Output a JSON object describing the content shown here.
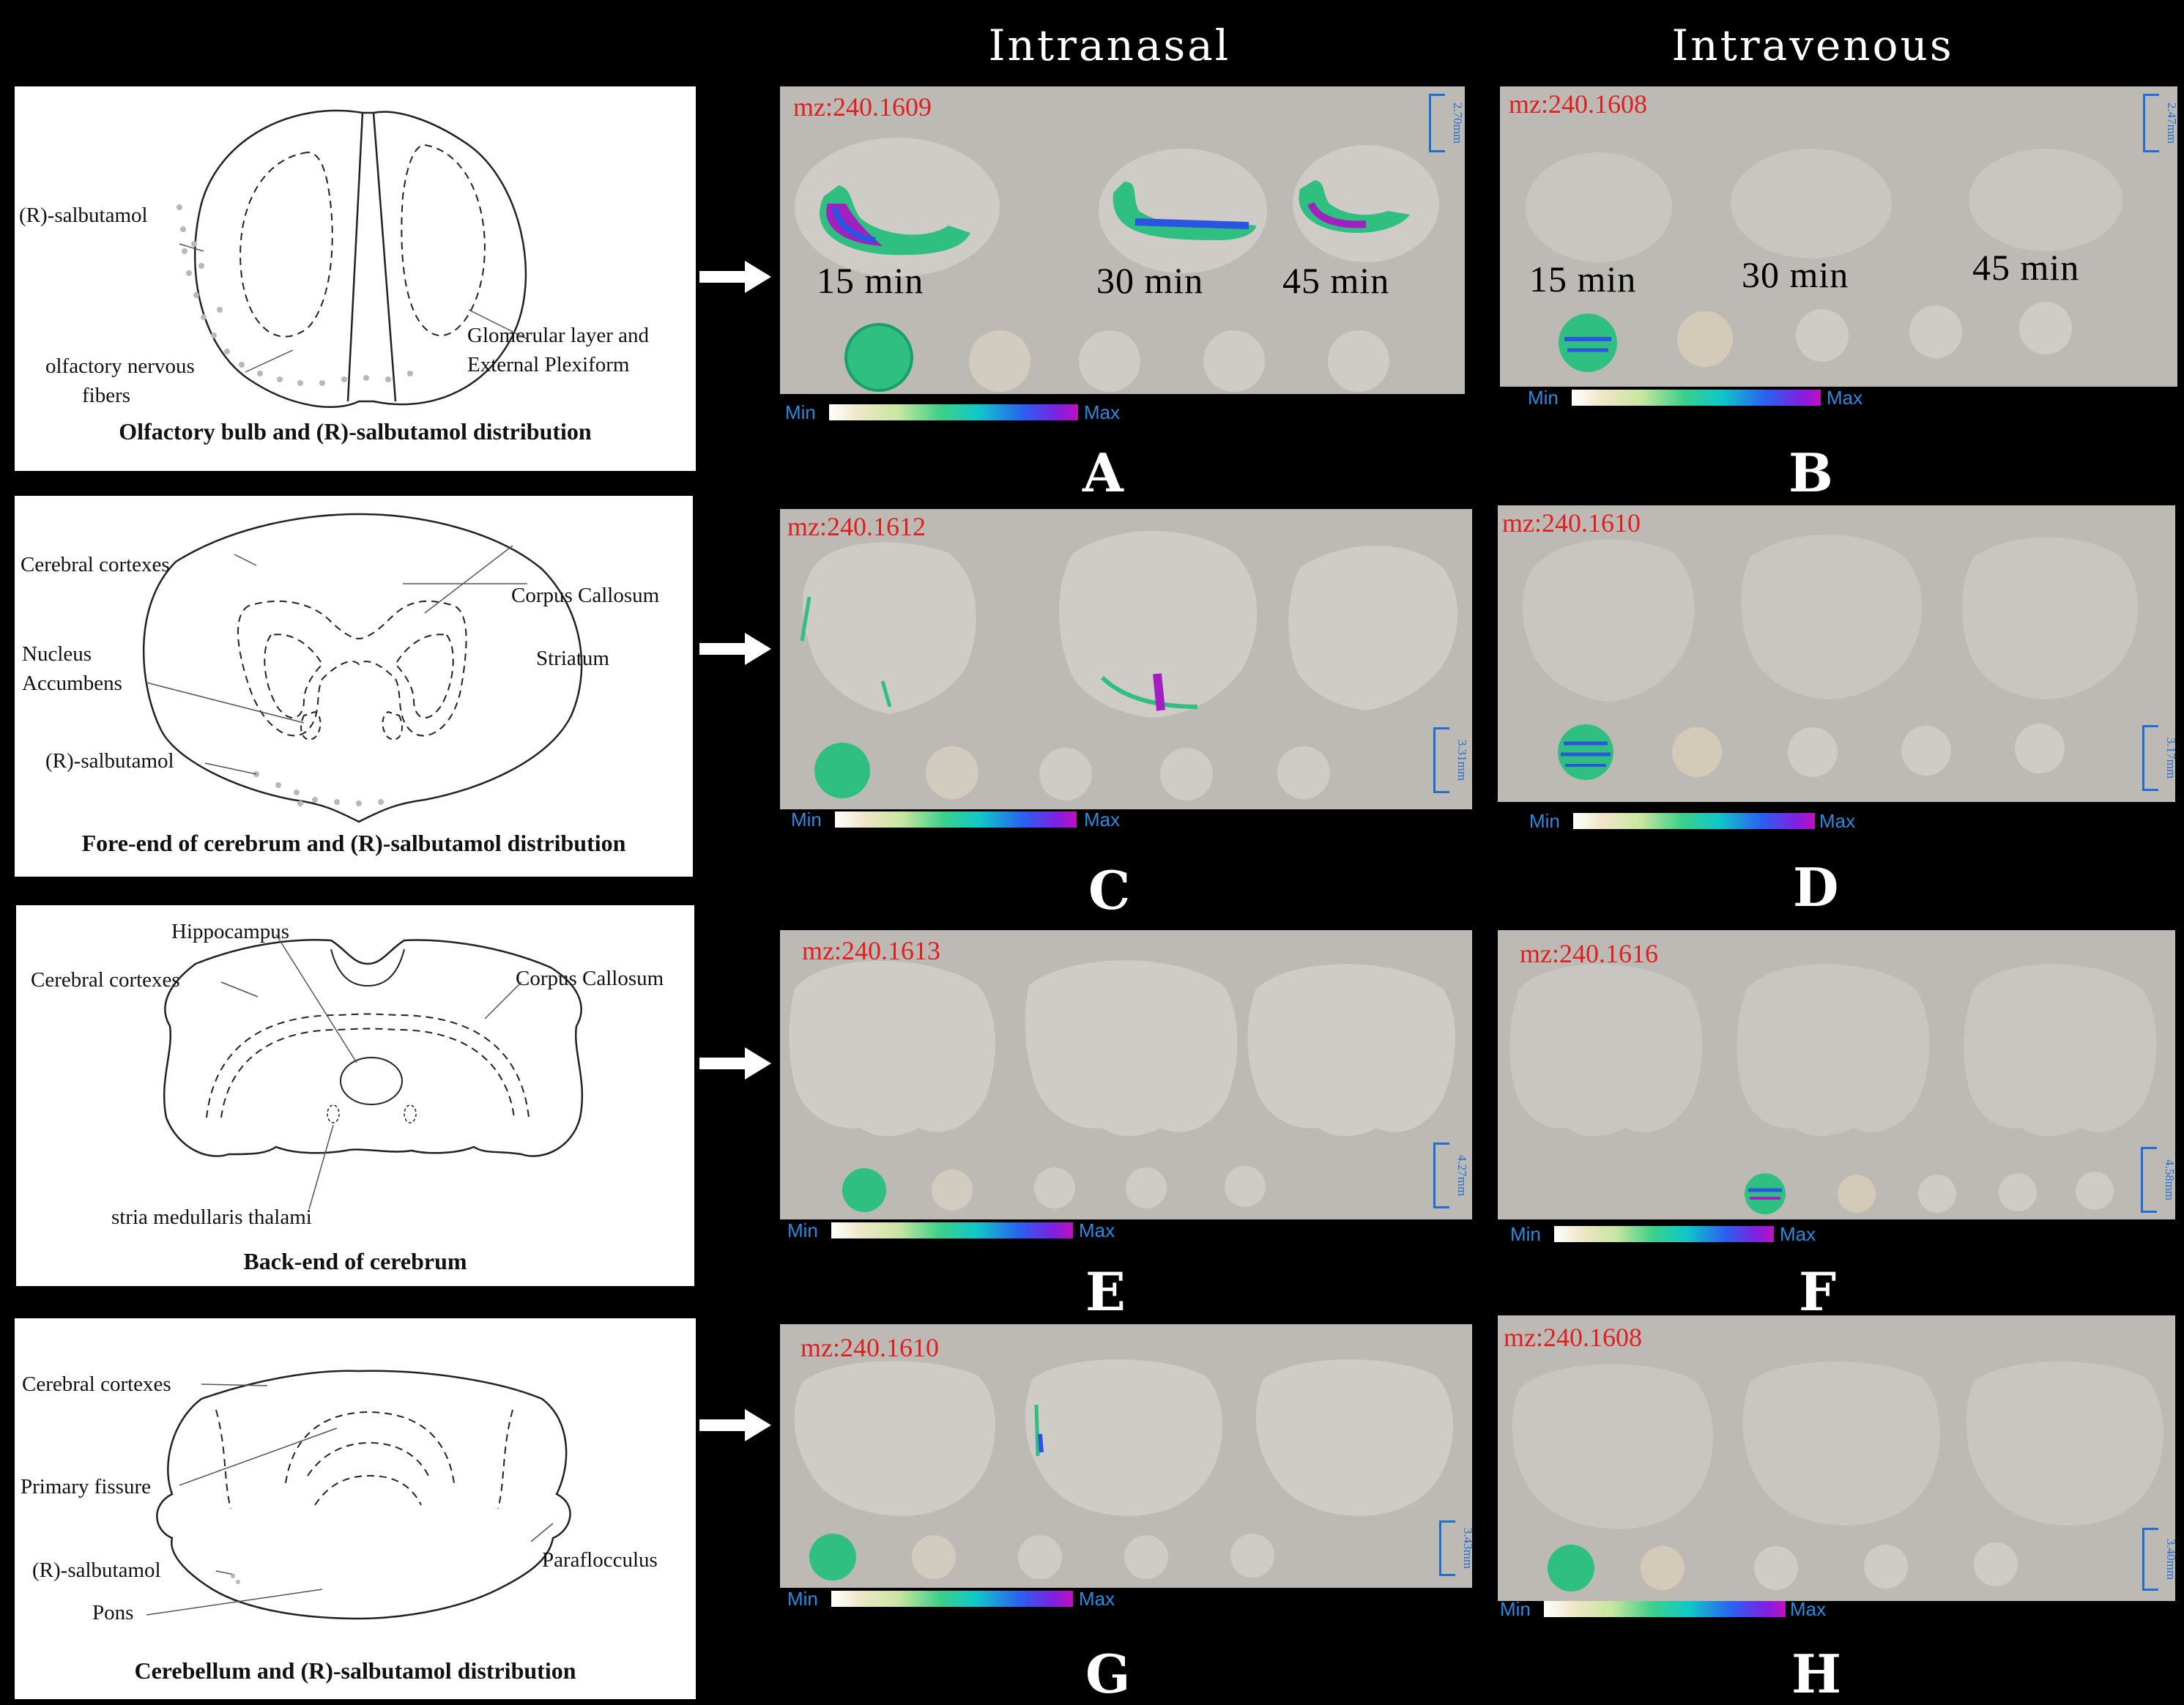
{
  "columns": {
    "intranasal": "Intranasal",
    "intravenous": "Intravenous"
  },
  "diagrams": [
    {
      "caption": "Olfactory bulb and (R)-salbutamol distribution",
      "labels": [
        "(R)-salbutamol",
        "olfactory nervous",
        "fibers",
        "Glomerular layer and",
        "External Plexiform"
      ]
    },
    {
      "caption": "Fore-end of cerebrum and (R)-salbutamol distribution",
      "labels": [
        "Cerebral cortexes",
        "Corpus Callosum",
        "Striatum",
        "Nucleus",
        "Accumbens",
        "(R)-salbutamol"
      ]
    },
    {
      "caption": "Back-end of cerebrum",
      "labels": [
        "Hippocampus",
        "Cerebral cortexes",
        "Corpus Callosum",
        "stria medullaris thalami"
      ]
    },
    {
      "caption": "Cerebellum and (R)-salbutamol distribution",
      "labels": [
        "Cerebral cortexes",
        "Primary fissure",
        "(R)-salbutamol",
        "Paraflocculus",
        "Pons"
      ]
    }
  ],
  "panels": {
    "A": {
      "mz": "mz:240.1609",
      "scale": "2.70mm",
      "times": [
        "15 min",
        "30 min",
        "45 min"
      ]
    },
    "B": {
      "mz": "mz:240.1608",
      "scale": "2.47mm",
      "times": [
        "15 min",
        "30 min",
        "45 min"
      ]
    },
    "C": {
      "mz": "mz:240.1612",
      "scale": "3.31mm"
    },
    "D": {
      "mz": "mz:240.1610",
      "scale": "3.17mm"
    },
    "E": {
      "mz": "mz:240.1613",
      "scale": "4.27mm"
    },
    "F": {
      "mz": "mz:240.1616",
      "scale": "4.58mm"
    },
    "G": {
      "mz": "mz:240.1610",
      "scale": "3.43mm"
    },
    "H": {
      "mz": "mz:240.1608",
      "scale": "3.40mm"
    }
  },
  "colorbar": {
    "min": "Min",
    "max": "Max"
  },
  "letters": [
    "A",
    "B",
    "C",
    "D",
    "E",
    "F",
    "G",
    "H"
  ],
  "colors": {
    "mz_label": "#e02020",
    "scale_bar": "#1f6fd0",
    "colorbar_label": "#2a8be0"
  }
}
